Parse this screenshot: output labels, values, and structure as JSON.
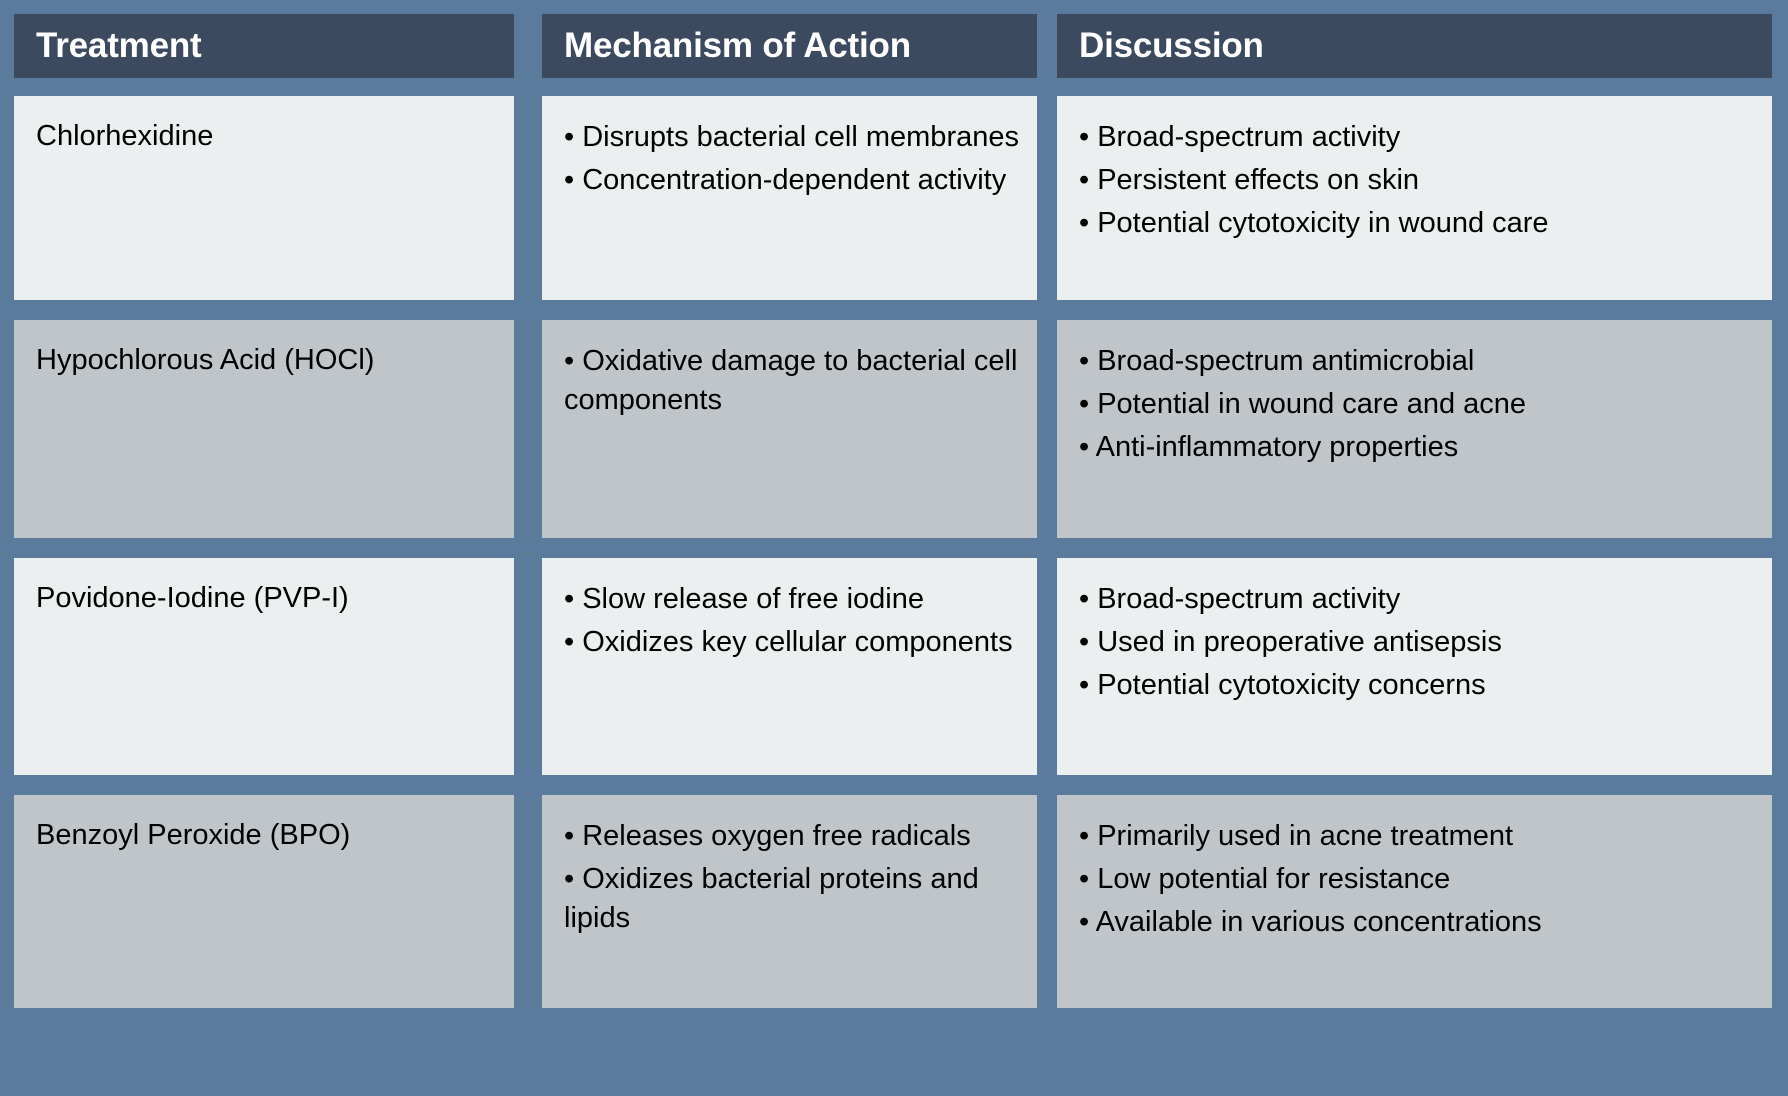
{
  "table": {
    "columns": [
      {
        "label": "Treatment"
      },
      {
        "label": "Mechanism of Action"
      },
      {
        "label": "Discussion"
      }
    ],
    "rows": [
      {
        "treatment": "Chlorhexidine",
        "mechanism": [
          "• Disrupts bacterial cell membranes",
          "• Concentration-dependent activity"
        ],
        "discussion": [
          "• Broad-spectrum activity",
          "• Persistent effects on skin",
          "• Potential cytotoxicity in wound care"
        ]
      },
      {
        "treatment": "Hypochlorous Acid (HOCl)",
        "mechanism": [
          "• Oxidative damage to bacterial cell components"
        ],
        "discussion": [
          "• Broad-spectrum antimicrobial",
          "• Potential in wound care and acne",
          "• Anti-inflammatory properties"
        ]
      },
      {
        "treatment": "Povidone-Iodine (PVP-I)",
        "mechanism": [
          "• Slow release of free iodine",
          "• Oxidizes key cellular components"
        ],
        "discussion": [
          "• Broad-spectrum activity",
          "• Used in preoperative antisepsis",
          "• Potential cytotoxicity concerns"
        ]
      },
      {
        "treatment": "Benzoyl Peroxide (BPO)",
        "mechanism": [
          "• Releases oxygen free radicals",
          "• Oxidizes bacterial proteins and lipids"
        ],
        "discussion": [
          "• Primarily used in acne treatment",
          "• Low potential for resistance",
          "• Available in various concentrations"
        ]
      }
    ]
  },
  "colors": {
    "page_background": "#5a7b9c",
    "header_background": "#3b4a5e",
    "header_text": "#ffffff",
    "row_light": "#ebeff0",
    "row_dark": "#bfc5c9",
    "body_text": "#000000"
  }
}
